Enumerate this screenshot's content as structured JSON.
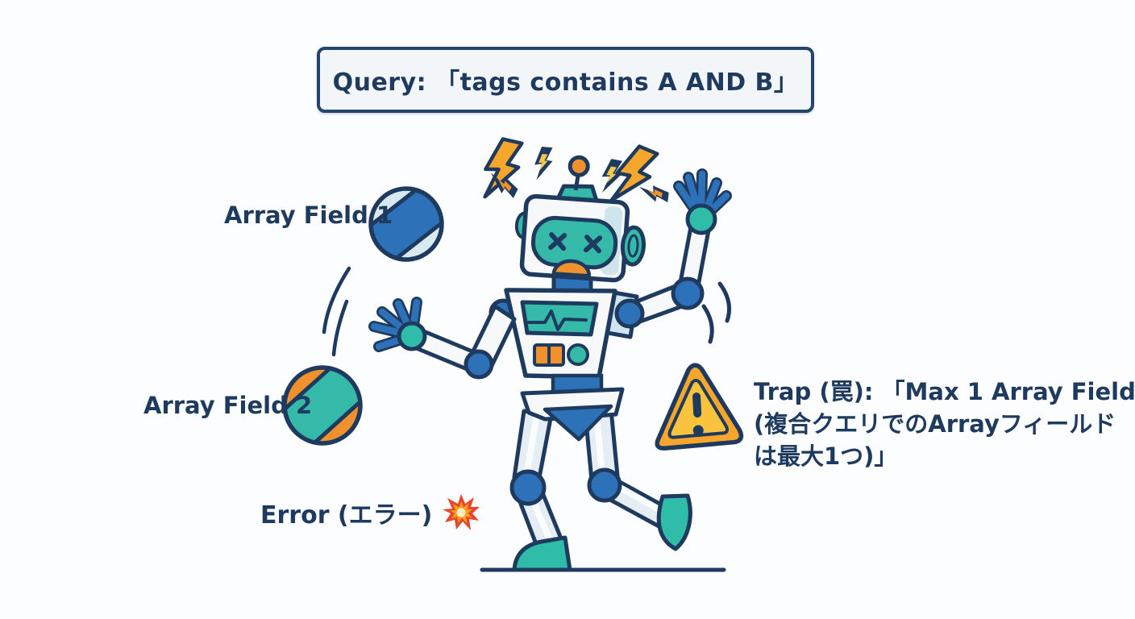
{
  "title_box": {
    "text": "Query: 「tags contains A AND B」"
  },
  "labels": {
    "array_field_1": "Array Field 1",
    "array_field_2": "Array Field 2",
    "error": "Error (エラー)"
  },
  "trap_note": {
    "line1": "Trap (罠): 「Max 1 Array Field",
    "line2": "(複合クエリでのArrayフィールド",
    "line3": "は最大1つ)」"
  },
  "icons": {
    "explosion": "explosion-burst-icon",
    "warning": "warning-triangle-icon",
    "lightning": "lightning-bolt-icon",
    "robot": "dazed-robot-illustration",
    "ball_blue": "blue-striped-ball",
    "ball_orange": "orange-teal-striped-ball"
  },
  "colors": {
    "ink_navy": "#1f3a5f",
    "blue": "#2d71b8",
    "teal": "#35b9a8",
    "orange": "#f0912d",
    "amber": "#f5a62b",
    "light_blue": "#cfe4ec",
    "burst_red": "#e8472b",
    "background": "#fcfdfe"
  }
}
